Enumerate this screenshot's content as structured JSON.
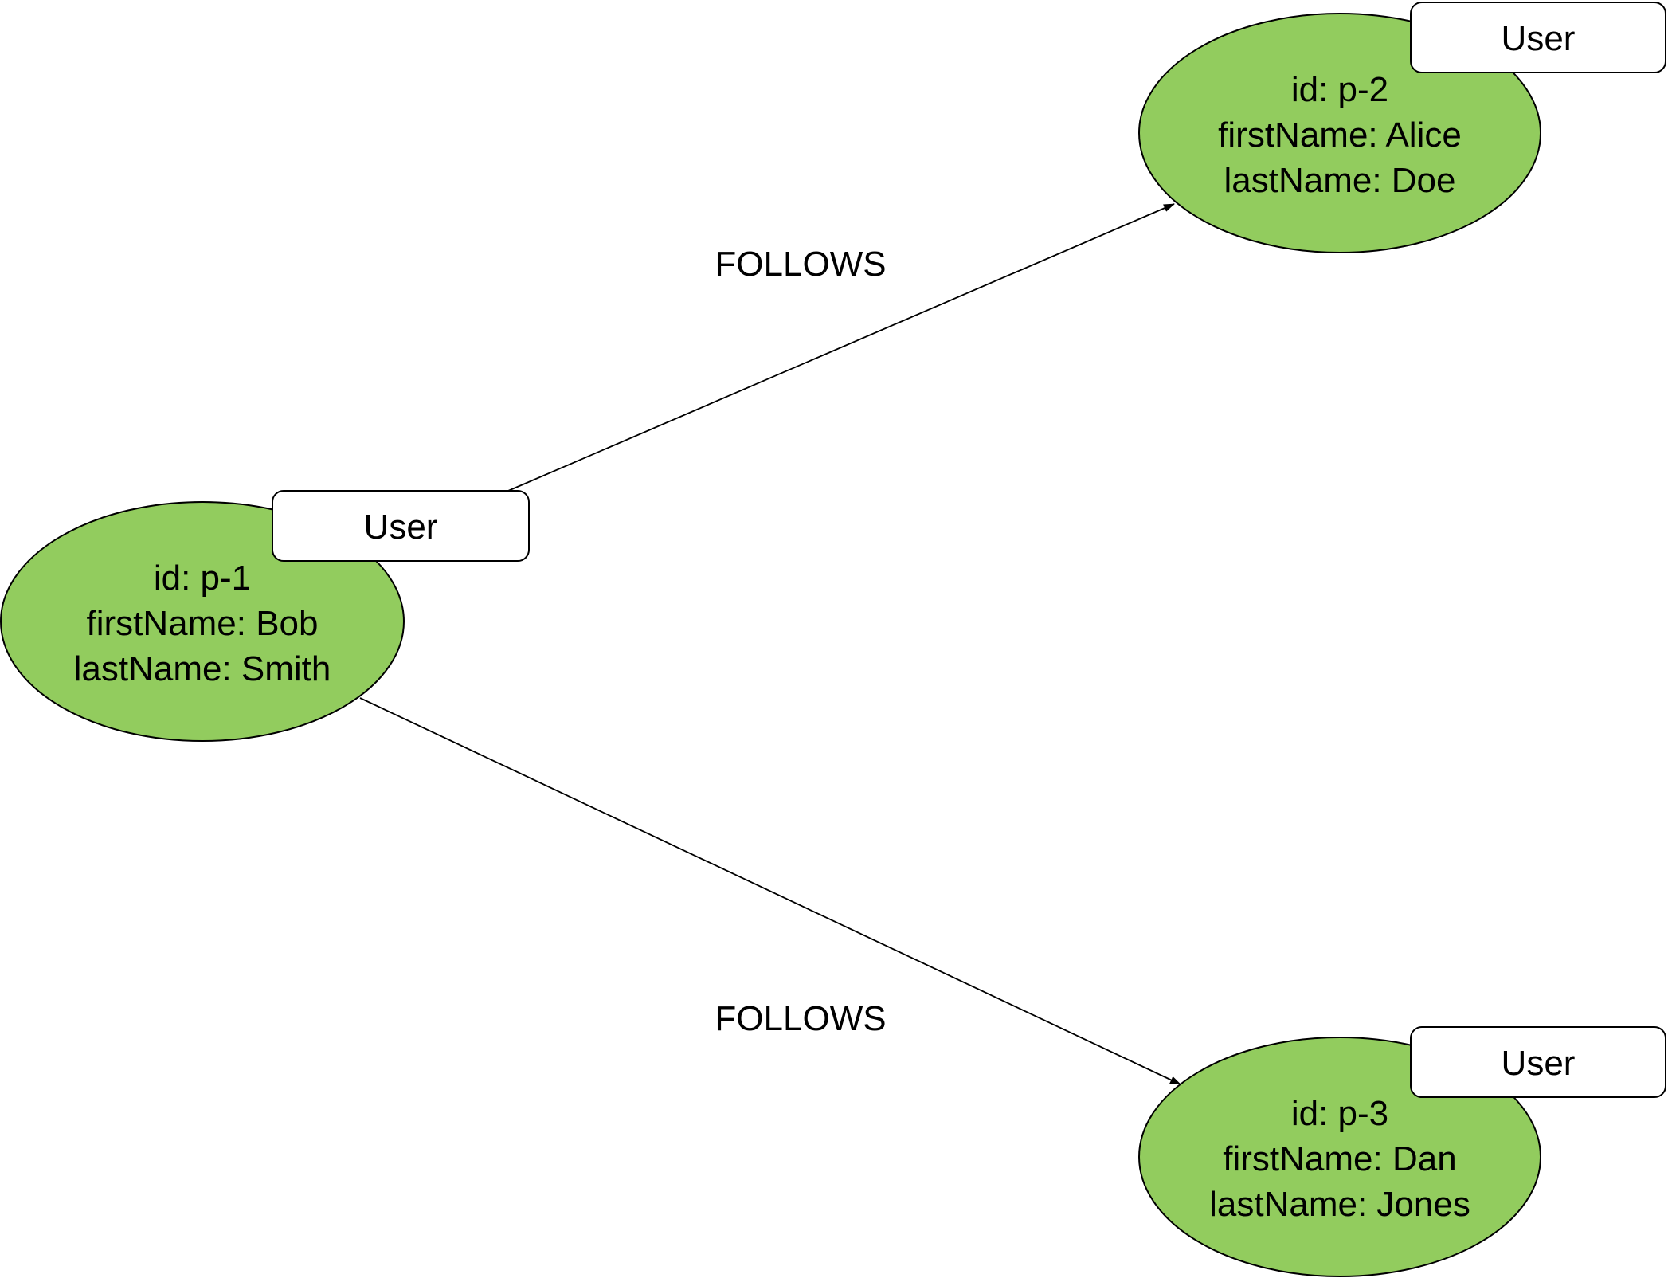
{
  "colors": {
    "node_fill": "#92cc5e",
    "stroke": "#000000",
    "label_fill": "#ffffff"
  },
  "nodes": [
    {
      "label": "User",
      "lines": [
        "id: p-1",
        "firstName: Bob",
        "lastName: Smith"
      ]
    },
    {
      "label": "User",
      "lines": [
        "id: p-2",
        "firstName: Alice",
        "lastName: Doe"
      ]
    },
    {
      "label": "User",
      "lines": [
        "id: p-3",
        "firstName: Dan",
        "lastName: Jones"
      ]
    }
  ],
  "edges": [
    {
      "from": 0,
      "to": 1,
      "label": "FOLLOWS"
    },
    {
      "from": 0,
      "to": 2,
      "label": "FOLLOWS"
    }
  ]
}
